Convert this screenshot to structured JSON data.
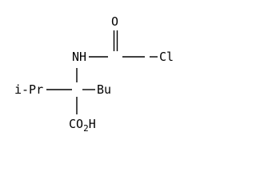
{
  "molecule": {
    "carbonyl_oxygen": "O",
    "amide_group": "NH",
    "chlorine": "Cl",
    "isopropyl": "i-Pr",
    "butyl": "Bu",
    "carboxyl_prefix": "CO",
    "carboxyl_subscript": "2",
    "carboxyl_suffix": "H"
  }
}
